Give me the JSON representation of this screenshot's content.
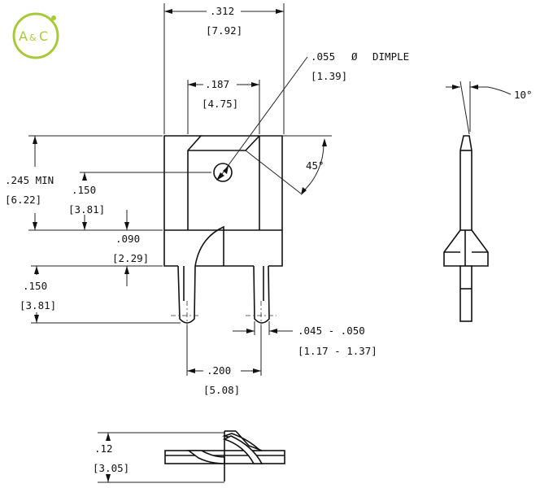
{
  "logo": {
    "left": "A",
    "amp": "&",
    "right": "C"
  },
  "dimensions": {
    "width_overall": {
      "in": ".312",
      "mm": "[7.92]"
    },
    "top_width": {
      "in": ".187",
      "mm": "[4.75]"
    },
    "dimple": {
      "in": ".055",
      "symbol": "Ø",
      "label": "DIMPLE",
      "mm": "[1.39]"
    },
    "chamfer_angle": "45°",
    "height_min": {
      "in": ".245 MIN",
      "mm": "[6.22]"
    },
    "dimple_height": {
      "in": ".150",
      "mm": "[3.81]"
    },
    "shoulder": {
      "in": ".090",
      "mm": "[2.29]"
    },
    "leg_length": {
      "in": ".150",
      "mm": "[3.81]"
    },
    "leg_width": {
      "in": ".045 - .050",
      "mm": "[1.17 - 1.37]"
    },
    "leg_spacing": {
      "in": ".200",
      "mm": "[5.08]"
    },
    "side_angle": "10°",
    "offset_height": {
      "in": ".12",
      "mm": "[3.05]"
    }
  }
}
